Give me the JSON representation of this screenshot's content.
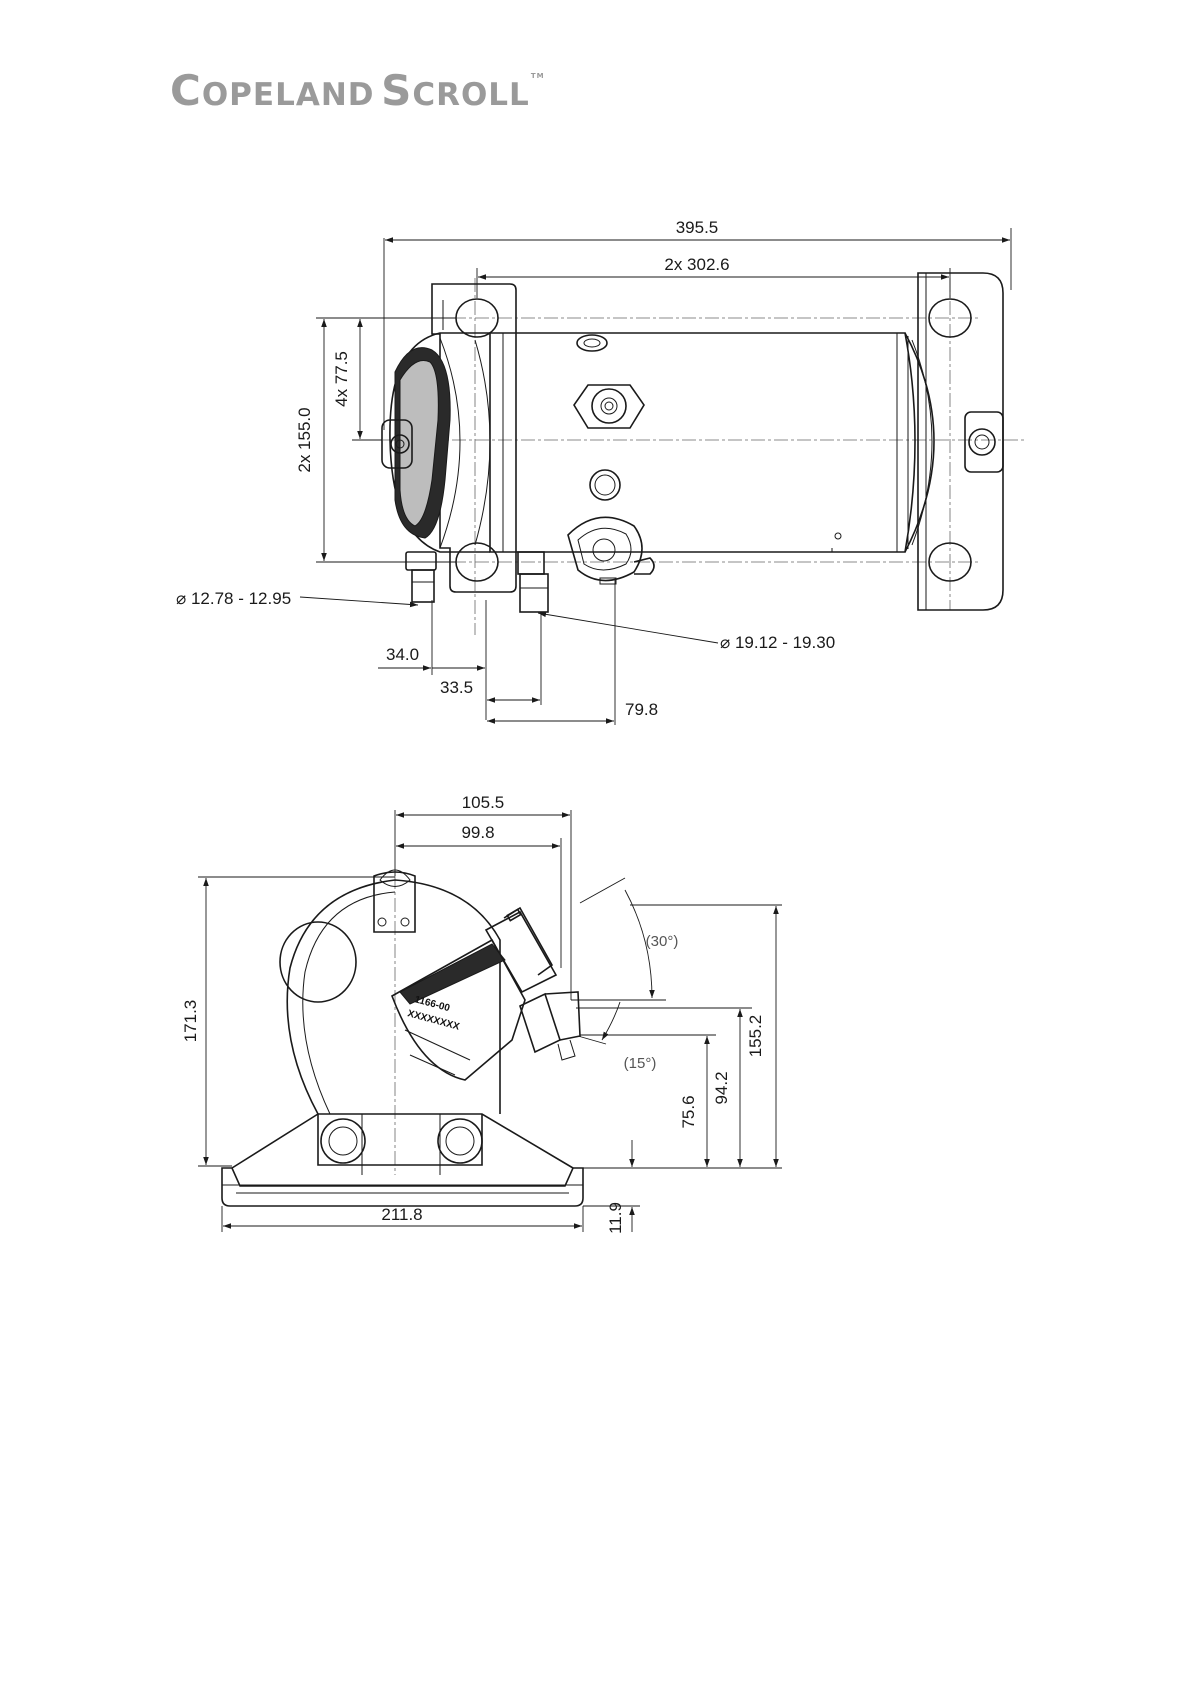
{
  "brand": {
    "copeland_c": "C",
    "copeland_rest": "OPELAND",
    "scroll_s": "S",
    "scroll_rest": "CROLL",
    "tm": "TM"
  },
  "top_view": {
    "dim_overall_length": "395.5",
    "dim_foot_pitch_length": "2x 302.6",
    "dim_foot_pitch_width": "2x 155.0",
    "dim_foot_half_width": "4x 77.5",
    "dim_suction_diameter": "⌀ 12.78 - 12.95",
    "dim_discharge_diameter": "⌀ 19.12 - 19.30",
    "dim_34": "34.0",
    "dim_33_5": "33.5",
    "dim_79_8": "79.8"
  },
  "front_view": {
    "dim_105_5": "105.5",
    "dim_99_8": "99.8",
    "dim_overall_height": "171.3",
    "dim_155_2": "155.2",
    "dim_94_2": "94.2",
    "dim_75_6": "75.6",
    "dim_11_9": "11.9",
    "dim_base_width": "211.8",
    "angle_30": "30°",
    "angle_15": "15°",
    "model_marking": "1166-00",
    "serial_marking": "XXXXXXXX"
  }
}
